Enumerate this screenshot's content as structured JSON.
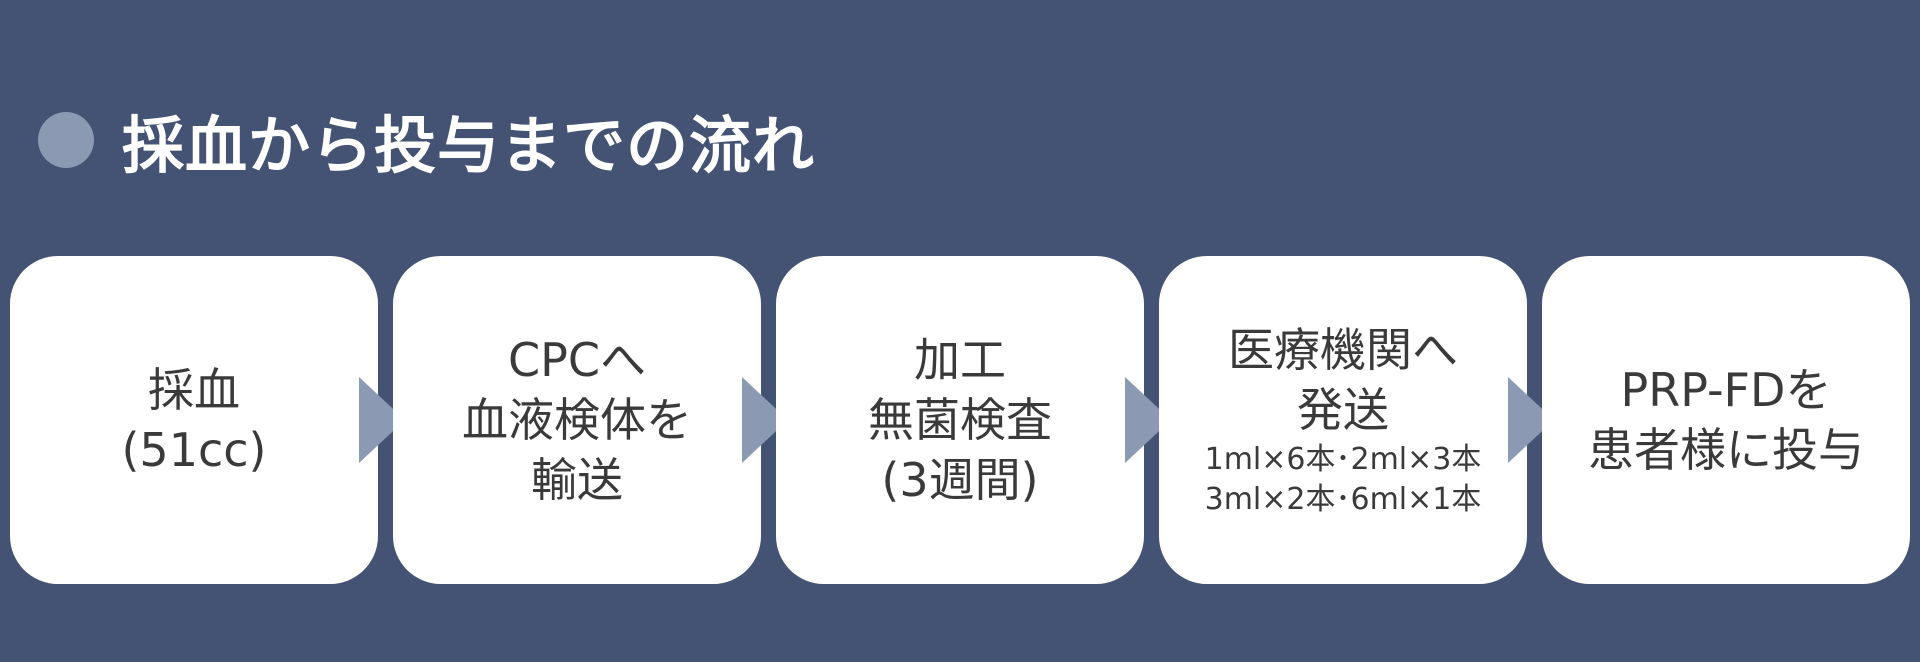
{
  "heading": {
    "text": "採血から投与までの流れ"
  },
  "steps": [
    {
      "lines": [
        "採血",
        "(51cc)"
      ]
    },
    {
      "lines": [
        "CPCへ",
        "血液検体を",
        "輸送"
      ]
    },
    {
      "lines": [
        "加工",
        "無菌検査",
        "(3週間)"
      ]
    },
    {
      "lines": [
        "医療機関へ",
        "発送"
      ],
      "details": [
        "1ml×6本･2ml×3本",
        "3ml×2本･6ml×1本"
      ]
    },
    {
      "lines": [
        "PRP-FDを",
        "患者様に投与"
      ]
    }
  ],
  "colors": {
    "background": "#445373",
    "accent": "#8b9ab2",
    "box": "#ffffff",
    "text": "#3a3a3a"
  }
}
